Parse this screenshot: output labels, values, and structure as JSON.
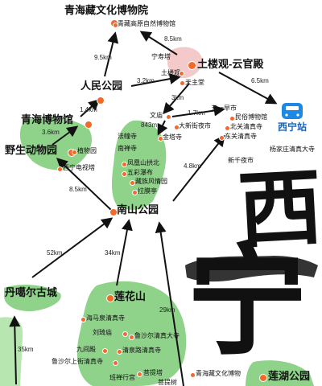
{
  "colors": {
    "land": "#8fd38a",
    "land_light": "#b8e6b0",
    "pin": "#f2692a",
    "route": "#111111",
    "station": "#1e88e5",
    "calligraphy": "#111111"
  },
  "calligraphy": {
    "char1": "西",
    "char2": "宁"
  },
  "major_places": {
    "qinghai_tibetan_museum": "青海藏文化博物院",
    "tulouguan": "土楼观-云官殿",
    "renmin_park": "人民公园",
    "qinghai_museum": "青海博物馆",
    "wildlife_park": "野生动物园",
    "xining_station": "西宁站",
    "nanshan_park": "南山公园",
    "danga_old_town": "丹噶尔古城",
    "lianhua_shan": "莲花山",
    "lianhu_park": "莲湖公园"
  },
  "minor_places": {
    "plateau_museum": "青藏高原自然博物馆",
    "ningshou_pagoda": "宁寿塔",
    "tulouguan_small": "土楼观",
    "tianzhu_hall": "天主堂",
    "wenmiao": "文庙",
    "dashijie": "大新街夜市",
    "jinta_temple": "金塔寺",
    "wuyi_market": "五一早市",
    "folk_museum": "民俗博物馆",
    "north_mosque": "北关清真寺",
    "east_mosque": "东关清真寺",
    "xinqian_market": "新千夜市",
    "yangjiazhuang_mosque": "杨家庄清真大寺",
    "botanical_garden": "植物园",
    "xining_tv_tower": "西宁电视塔",
    "fayun_temple": "法幢寺",
    "nanchan_temple": "南禅寺",
    "fenghuang_arch": "凤凰山拱北",
    "wucai_falls": "五彩瀑布",
    "tibetan_pavilion": "藏族风情园",
    "lala_pavilion": "拉膜亭",
    "haima_mosque": "海马泉清真寺",
    "liuzu_temple": "刘琦庙",
    "lusha_mosque": "鲁沙尔清真大寺",
    "jiujian_hall": "九间殿",
    "qingquan_mosque": "清泉路清真寺",
    "lusha_xinjie_mosque": "鲁沙尔上街清真寺",
    "banchan_palace": "班禅行宫",
    "putishu": "菩提塔",
    "putishu2": "菩提树",
    "qinghai_culture_museum": "青海藏文化博物"
  },
  "distances": {
    "d1": "8.5km",
    "d2": "9.5km",
    "d3": "3.2km",
    "d4": "6.5km",
    "d5": "3km",
    "d6": "1.7km",
    "d7": "843m",
    "d8": "1.4km",
    "d9": "3.6km",
    "d10": "4.8km",
    "d11": "8.5km",
    "d12": "52km",
    "d13": "34km",
    "d14": "29km",
    "d15": "35km"
  }
}
